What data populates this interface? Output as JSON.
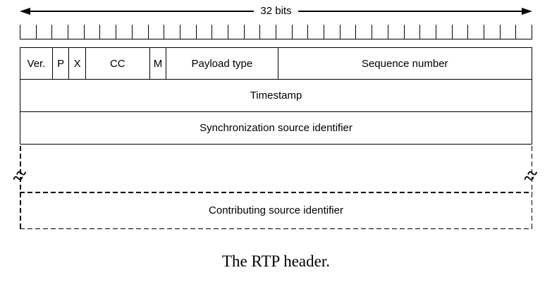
{
  "arrow": {
    "label": "32 bits"
  },
  "ruler": {
    "tick_marks": 33,
    "cells": 32
  },
  "header_fields": [
    {
      "label": "Ver.",
      "bits": 2
    },
    {
      "label": "P",
      "bits": 1
    },
    {
      "label": "X",
      "bits": 1
    },
    {
      "label": "CC",
      "bits": 4
    },
    {
      "label": "M",
      "bits": 1
    },
    {
      "label": "Payload type",
      "bits": 7
    },
    {
      "label": "Sequence number",
      "bits": 16
    }
  ],
  "rows": [
    {
      "label": "Timestamp"
    },
    {
      "label": "Synchronization source identifier"
    }
  ],
  "dashed_row": {
    "label": "Contributing source identifier"
  },
  "caption": "The RTP header.",
  "colors": {
    "line": "#000000",
    "background": "#ffffff",
    "text": "#000000"
  }
}
